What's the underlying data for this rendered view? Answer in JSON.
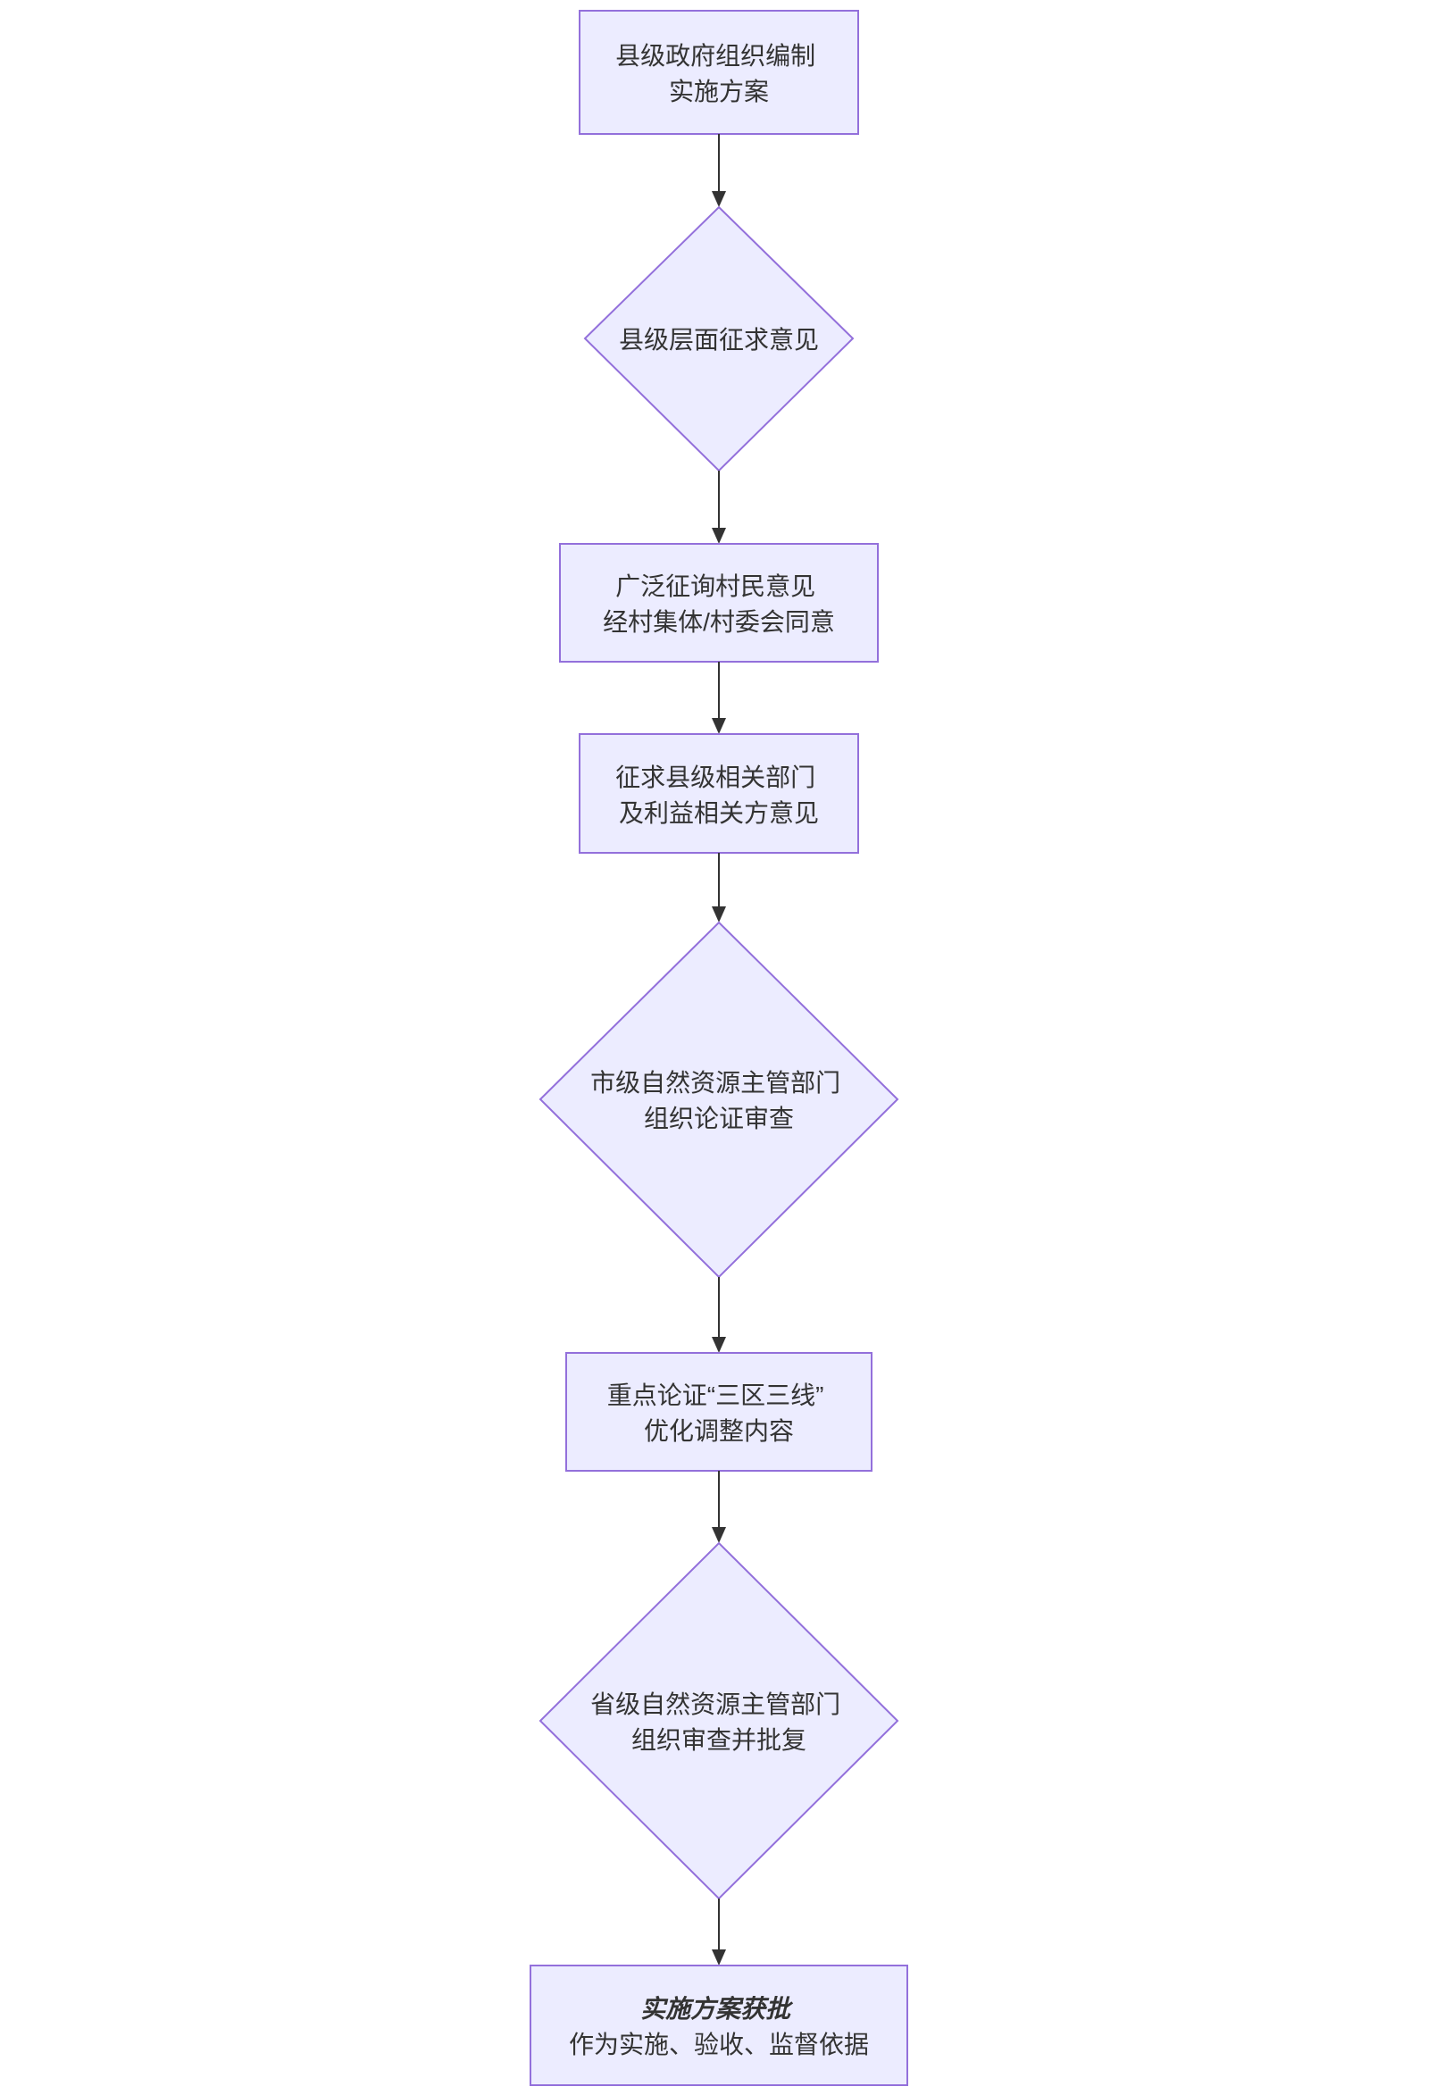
{
  "diagram": {
    "type": "flowchart",
    "direction": "top-down",
    "background_color": "#ffffff",
    "node_fill_color": "#ECECFF",
    "node_border_color": "#9370DB",
    "edge_color": "#333333",
    "text_color": "#333333",
    "nodes": [
      {
        "id": "A",
        "shape": "rectangle",
        "lines": [
          "县级政府组织编制",
          "实施方案"
        ]
      },
      {
        "id": "B",
        "shape": "diamond",
        "lines": [
          "县级层面征求意见"
        ]
      },
      {
        "id": "C",
        "shape": "rectangle",
        "lines": [
          "广泛征询村民意见",
          "经村集体/村委会同意"
        ]
      },
      {
        "id": "D",
        "shape": "rectangle",
        "lines": [
          "征求县级相关部门",
          "及利益相关方意见"
        ]
      },
      {
        "id": "E",
        "shape": "diamond",
        "lines": [
          "市级自然资源主管部门",
          "组织论证审查"
        ]
      },
      {
        "id": "F",
        "shape": "rectangle",
        "lines": [
          "重点论证“三区三线”",
          "优化调整内容"
        ]
      },
      {
        "id": "G",
        "shape": "diamond",
        "lines": [
          "省级自然资源主管部门",
          "组织审查并批复"
        ]
      },
      {
        "id": "H",
        "shape": "rectangle",
        "lines": [
          "实施方案获批",
          "作为实施、验收、监督依据"
        ],
        "emphasis_line_index": 0
      }
    ],
    "edges": [
      {
        "from": "A",
        "to": "B"
      },
      {
        "from": "B",
        "to": "C"
      },
      {
        "from": "C",
        "to": "D"
      },
      {
        "from": "D",
        "to": "E"
      },
      {
        "from": "E",
        "to": "F"
      },
      {
        "from": "F",
        "to": "G"
      },
      {
        "from": "G",
        "to": "H"
      }
    ]
  }
}
